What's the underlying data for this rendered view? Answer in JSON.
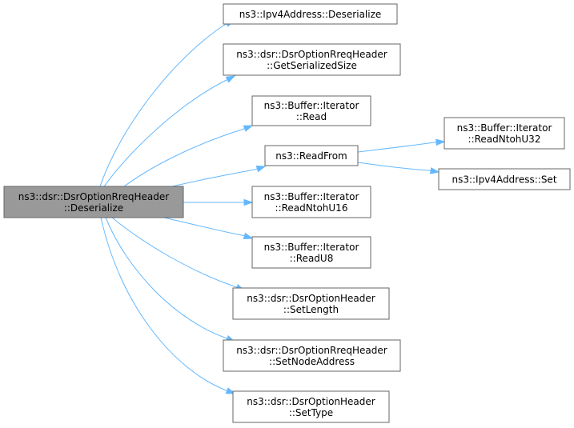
{
  "diagram": {
    "nodes": [
      {
        "id": "root",
        "lines": [
          "ns3::dsr::DsrOptionRreqHeader",
          "::Deserialize"
        ],
        "root": true
      },
      {
        "id": "ipv4_deserialize",
        "lines": [
          "ns3::Ipv4Address::Deserialize"
        ]
      },
      {
        "id": "get_serialized_size",
        "lines": [
          "ns3::dsr::DsrOptionRreqHeader",
          "::GetSerializedSize"
        ]
      },
      {
        "id": "buffer_read",
        "lines": [
          "ns3::Buffer::Iterator",
          "::Read"
        ]
      },
      {
        "id": "read_from",
        "lines": [
          "ns3::ReadFrom"
        ]
      },
      {
        "id": "read_ntoh_u32",
        "lines": [
          "ns3::Buffer::Iterator",
          "::ReadNtohU32"
        ]
      },
      {
        "id": "ipv4_set",
        "lines": [
          "ns3::Ipv4Address::Set"
        ]
      },
      {
        "id": "read_ntoh_u16",
        "lines": [
          "ns3::Buffer::Iterator",
          "::ReadNtohU16"
        ]
      },
      {
        "id": "read_u8",
        "lines": [
          "ns3::Buffer::Iterator",
          "::ReadU8"
        ]
      },
      {
        "id": "set_length",
        "lines": [
          "ns3::dsr::DsrOptionHeader",
          "::SetLength"
        ]
      },
      {
        "id": "set_node_address",
        "lines": [
          "ns3::dsr::DsrOptionRreqHeader",
          "::SetNodeAddress"
        ]
      },
      {
        "id": "set_type",
        "lines": [
          "ns3::dsr::DsrOptionHeader",
          "::SetType"
        ]
      }
    ],
    "edges": [
      {
        "from": "root",
        "to": "ipv4_deserialize"
      },
      {
        "from": "root",
        "to": "get_serialized_size"
      },
      {
        "from": "root",
        "to": "buffer_read"
      },
      {
        "from": "root",
        "to": "read_from"
      },
      {
        "from": "root",
        "to": "read_ntoh_u16"
      },
      {
        "from": "root",
        "to": "read_u8"
      },
      {
        "from": "root",
        "to": "set_length"
      },
      {
        "from": "root",
        "to": "set_node_address"
      },
      {
        "from": "root",
        "to": "set_type"
      },
      {
        "from": "read_from",
        "to": "read_ntoh_u32"
      },
      {
        "from": "read_from",
        "to": "ipv4_set"
      }
    ],
    "colors": {
      "edge": "#63b8ff",
      "node_border": "#666666",
      "root_fill": "#999999",
      "node_fill": "#ffffff"
    }
  }
}
